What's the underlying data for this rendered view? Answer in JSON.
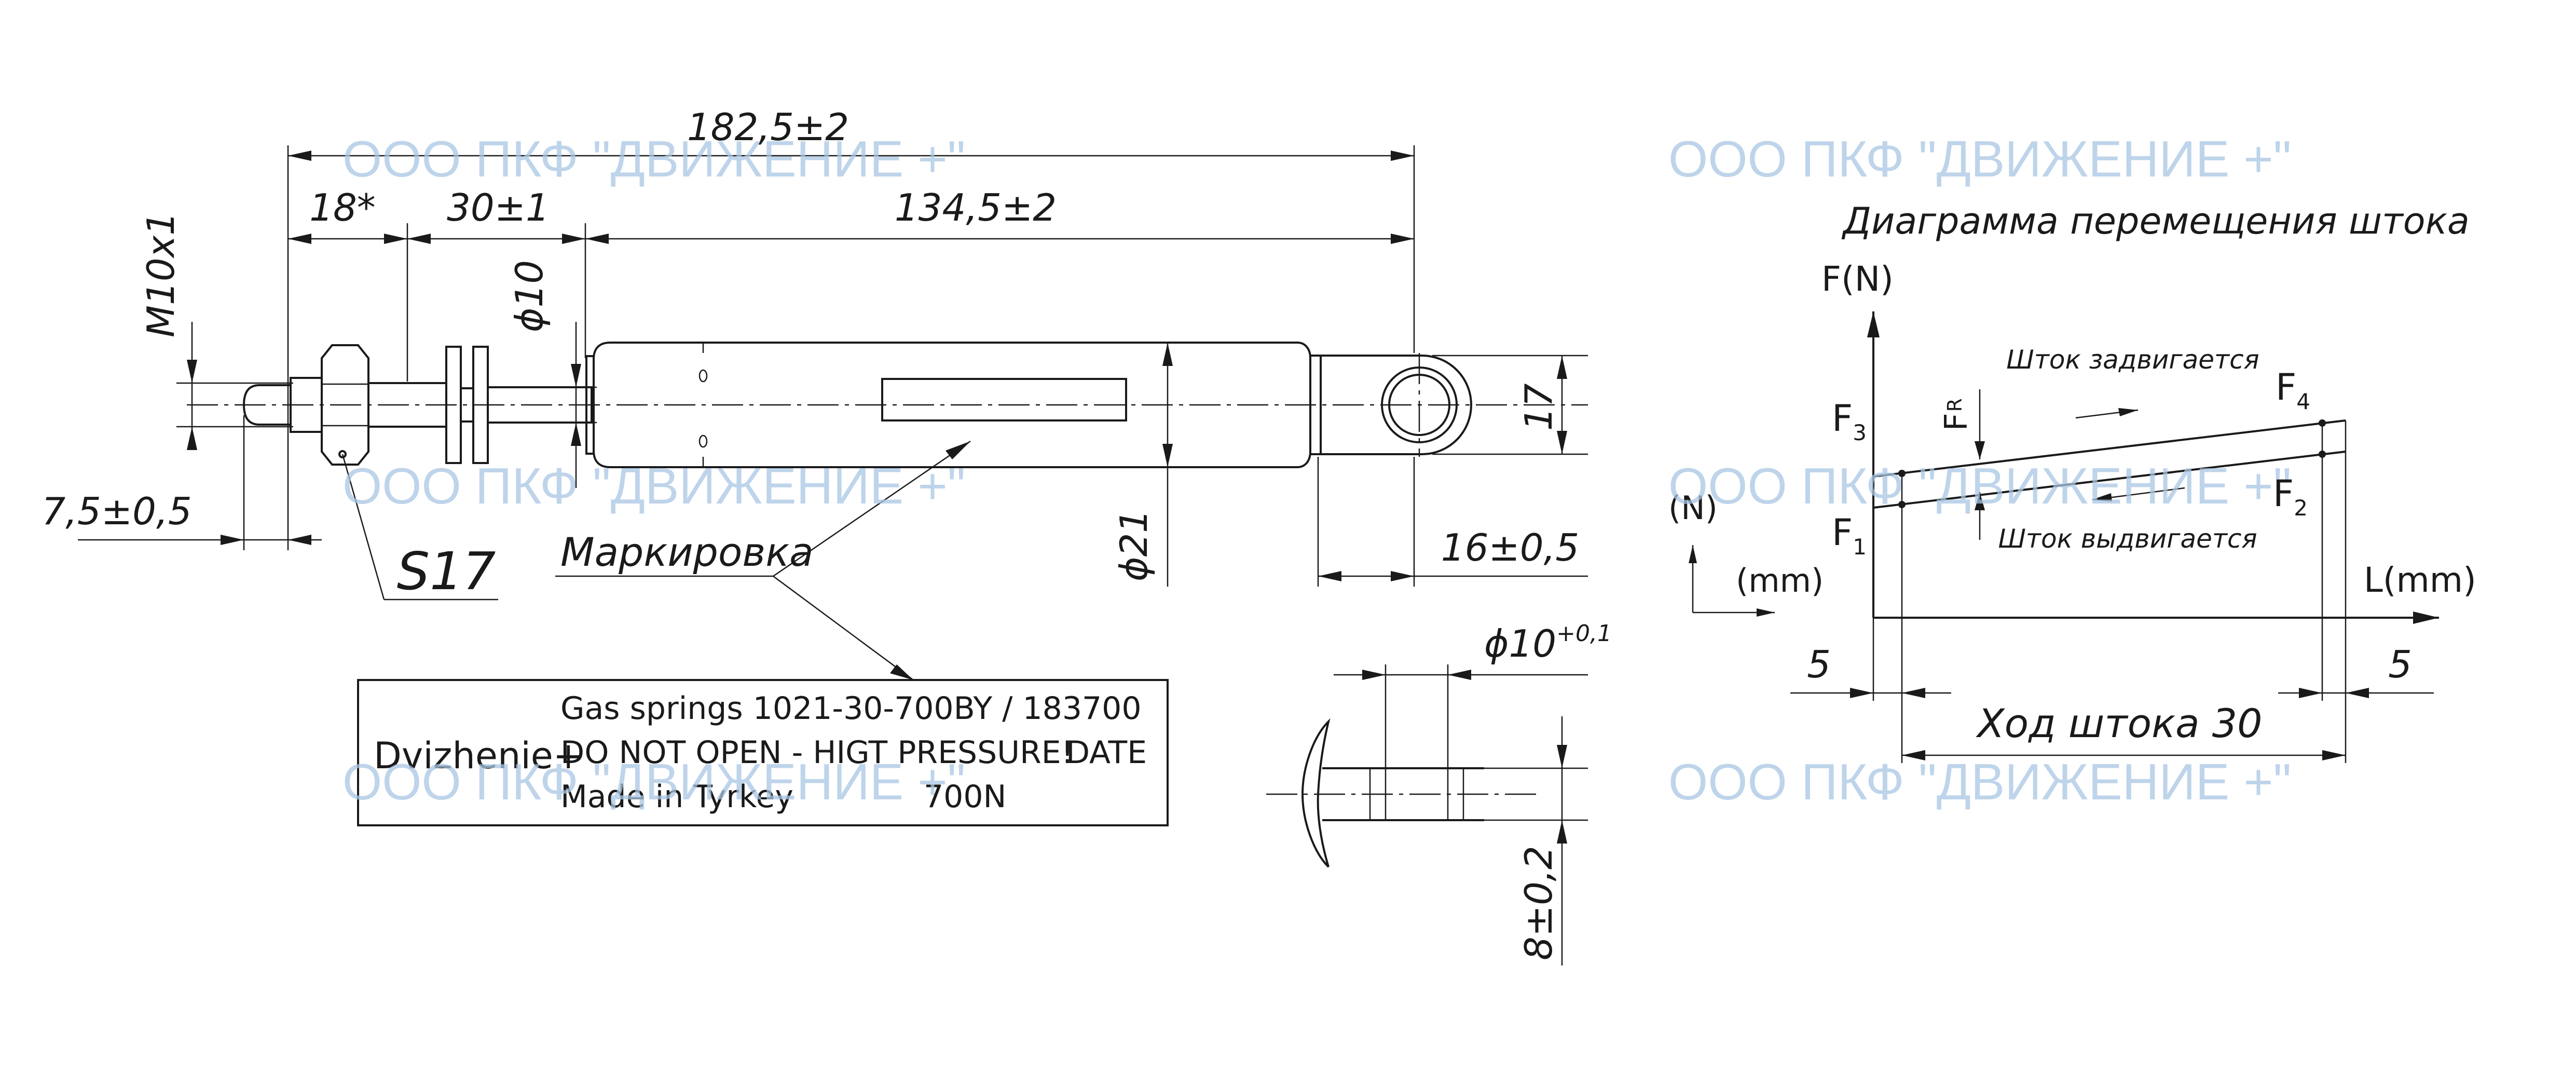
{
  "dimensions": {
    "overall_length": "182,5±2",
    "thread_length": "18*",
    "rod_segment": "30±1",
    "body_length": "134,5±2",
    "thread": "M10x1",
    "rod_diameter": "ϕ10",
    "body_diameter": "ϕ21",
    "eye_height": "17",
    "eye_offset": "16±0,5",
    "end_offset": "7,5±0,5",
    "wrench_size": "S17",
    "bore_diameter_base": "ϕ10",
    "bore_diameter_tol": "+0,1",
    "bore_length": "8±0,2"
  },
  "marking": {
    "leader_label": "Маркировка",
    "brand": "Dvizhenie+",
    "line1": "Gas springs 1021-30-700BY / 183700",
    "line2": "DO NOT OPEN - HIGT PRESSURE!",
    "line2_right": "DATE",
    "line3": "Made in Tyrkey",
    "line3_right": "700N"
  },
  "diagram": {
    "title": "Диаграмма перемещения штока",
    "y_axis": "F(N)",
    "x_axis": "L(mm)",
    "legend_n": "(N)",
    "legend_mm": "(mm)",
    "f1": "F",
    "f1_sub": "1",
    "f2": "F",
    "f2_sub": "2",
    "f3": "F",
    "f3_sub": "3",
    "f4": "F",
    "f4_sub": "4",
    "fr": "F",
    "fr_sub": "R",
    "retract_label": "Шток задвигается",
    "extend_label": "Шток выдвигается",
    "margin_left": "5",
    "margin_right": "5",
    "stroke_label": "Ход штока 30"
  },
  "watermark": {
    "text": "ООО ПКФ \"ДВИЖЕНИЕ +\""
  }
}
